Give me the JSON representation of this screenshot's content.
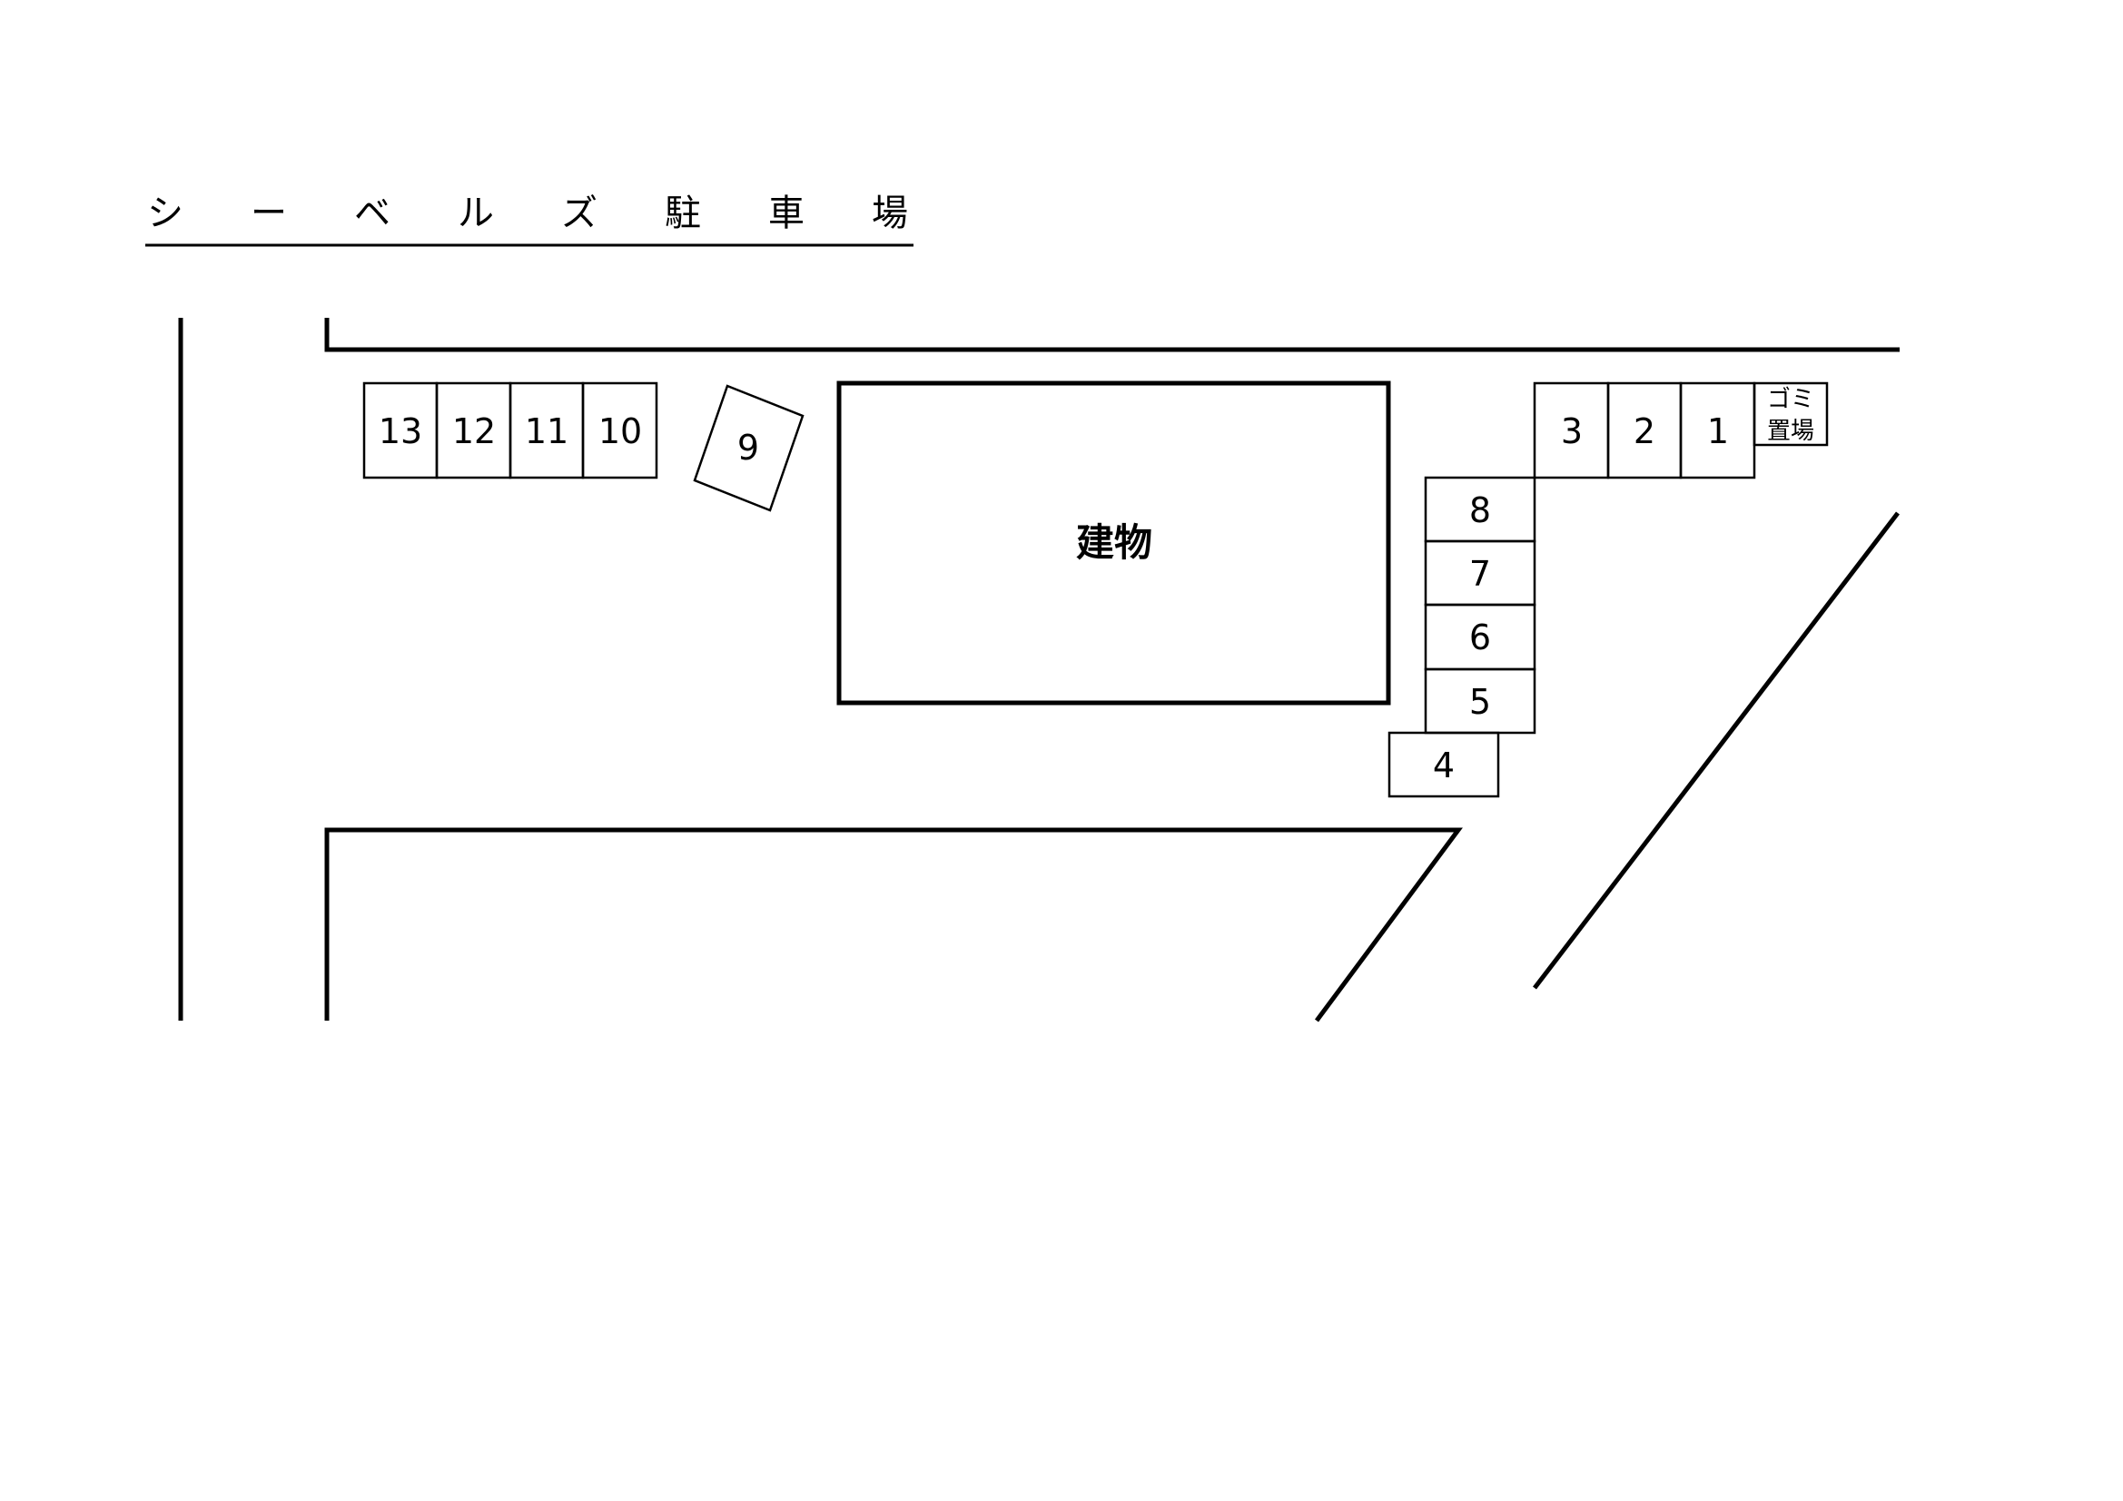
{
  "title": {
    "chars": [
      "シ",
      "ー",
      "ベ",
      "ル",
      "ズ",
      "駐",
      "車",
      "場"
    ]
  },
  "building": {
    "label": "建物"
  },
  "trash": {
    "line1": "ゴミ",
    "line2": "置場"
  },
  "slots": {
    "s1": "1",
    "s2": "2",
    "s3": "3",
    "s4": "4",
    "s5": "5",
    "s6": "6",
    "s7": "7",
    "s8": "8",
    "s9": "9",
    "s10": "10",
    "s11": "11",
    "s12": "12",
    "s13": "13"
  },
  "colors": {
    "line": "#000000",
    "background": "#ffffff"
  }
}
